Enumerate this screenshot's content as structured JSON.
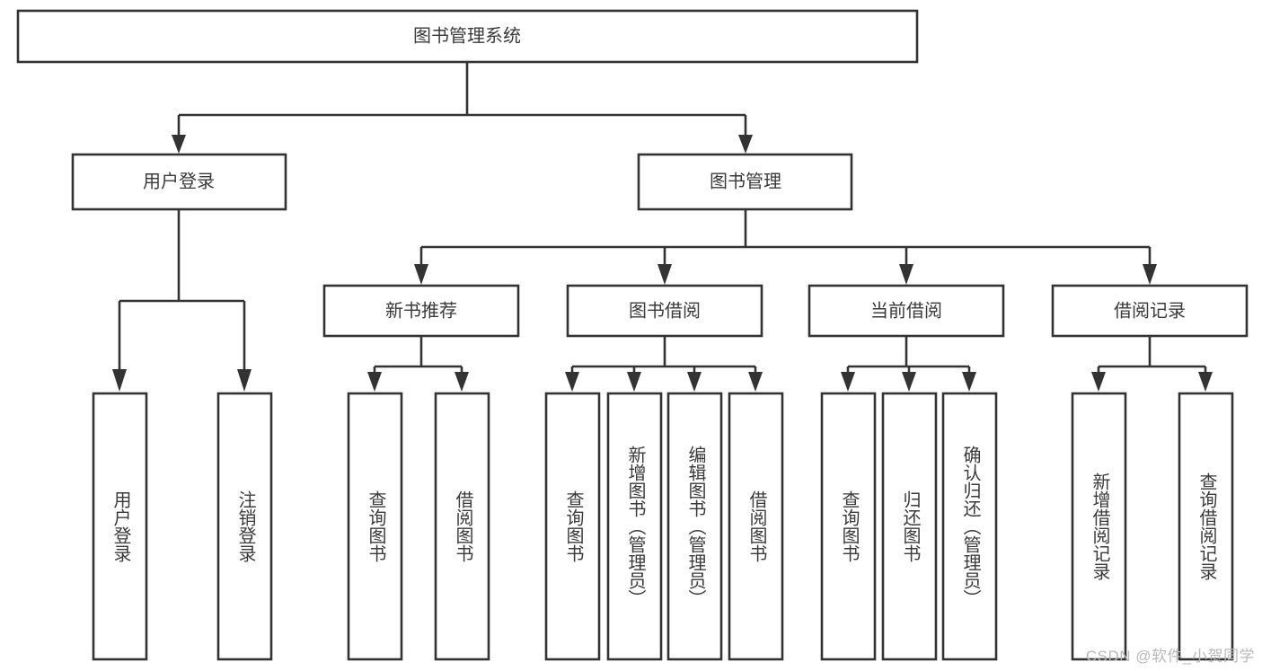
{
  "diagram": {
    "type": "hierarchy-tree",
    "title": "图书管理系统",
    "orientation": "top-down",
    "watermark": "CSDN @软件_小贺同学",
    "colors": {
      "node_stroke": "#333333",
      "node_fill": "#ffffff",
      "edge": "#333333",
      "text": "#3a3a3a",
      "background": "#ffffff",
      "watermark": "#b9b9b9"
    },
    "root": {
      "id": "root",
      "label": "图书管理系统",
      "orientation": "horizontal"
    },
    "level1": [
      {
        "id": "user-login",
        "label": "用户登录",
        "orientation": "horizontal"
      },
      {
        "id": "book-manage",
        "label": "图书管理",
        "orientation": "horizontal"
      }
    ],
    "level2": [
      {
        "id": "new-book-recommend",
        "label": "新书推荐",
        "orientation": "horizontal",
        "parent": "book-manage"
      },
      {
        "id": "book-borrow",
        "label": "图书借阅",
        "orientation": "horizontal",
        "parent": "book-manage"
      },
      {
        "id": "current-borrow",
        "label": "当前借阅",
        "orientation": "horizontal",
        "parent": "book-manage"
      },
      {
        "id": "borrow-record",
        "label": "借阅记录",
        "orientation": "horizontal",
        "parent": "book-manage"
      }
    ],
    "leaves": [
      {
        "id": "leaf-user-login",
        "label": "用户登录",
        "orientation": "vertical",
        "parent": "user-login"
      },
      {
        "id": "leaf-logout-login",
        "label": "注销登录",
        "orientation": "vertical",
        "parent": "user-login"
      },
      {
        "id": "leaf-query-book-1",
        "label": "查询图书",
        "orientation": "vertical",
        "parent": "new-book-recommend"
      },
      {
        "id": "leaf-borrow-book-1",
        "label": "借阅图书",
        "orientation": "vertical",
        "parent": "new-book-recommend"
      },
      {
        "id": "leaf-query-book-2",
        "label": "查询图书",
        "orientation": "vertical",
        "parent": "book-borrow"
      },
      {
        "id": "leaf-add-book",
        "label": "新增图书（管理员）",
        "orientation": "vertical",
        "parent": "book-borrow"
      },
      {
        "id": "leaf-edit-book",
        "label": "编辑图书（管理员）",
        "orientation": "vertical",
        "parent": "book-borrow"
      },
      {
        "id": "leaf-borrow-book-2",
        "label": "借阅图书",
        "orientation": "vertical",
        "parent": "book-borrow"
      },
      {
        "id": "leaf-query-book-3",
        "label": "查询图书",
        "orientation": "vertical",
        "parent": "current-borrow"
      },
      {
        "id": "leaf-return-book",
        "label": "归还图书",
        "orientation": "vertical",
        "parent": "current-borrow"
      },
      {
        "id": "leaf-confirm-return",
        "label": "确认归还（管理员）",
        "orientation": "vertical",
        "parent": "current-borrow"
      },
      {
        "id": "leaf-add-record",
        "label": "新增借阅记录",
        "orientation": "vertical",
        "parent": "borrow-record"
      },
      {
        "id": "leaf-query-record",
        "label": "查询借阅记录",
        "orientation": "vertical",
        "parent": "borrow-record"
      }
    ]
  }
}
